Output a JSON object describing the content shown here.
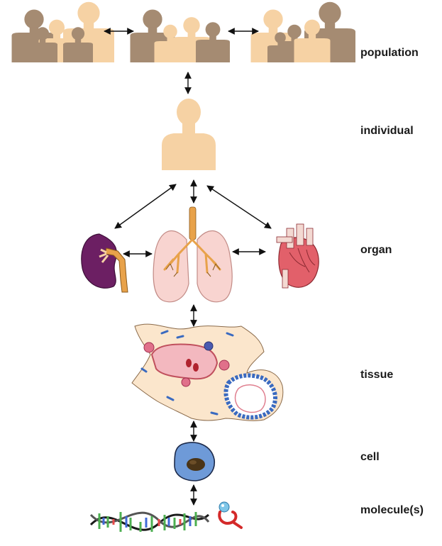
{
  "levels": [
    {
      "key": "population",
      "label": "population"
    },
    {
      "key": "individual",
      "label": "individual"
    },
    {
      "key": "organ",
      "label": "organ"
    },
    {
      "key": "tissue",
      "label": "tissue"
    },
    {
      "key": "cell",
      "label": "cell"
    },
    {
      "key": "molecule",
      "label": "molecule(s)"
    }
  ],
  "colors": {
    "skin_dark": "#a58b72",
    "skin_light": "#f6d2a4",
    "kidney": "#6c1f63",
    "lung": "#f8d4d0",
    "airway": "#e8a24a",
    "heart": "#e2606a",
    "tissue_fill": "#fbe6cc",
    "vessel": "#f3b8bf",
    "cell_body": "#6e9ad8",
    "nucleus": "#4a3417",
    "arrow": "#111111"
  },
  "icons": [
    "population-icon",
    "individual-icon",
    "kidney-icon",
    "lung-icon",
    "heart-icon",
    "tissue-icon",
    "cell-icon",
    "dna-icon",
    "ligand-receptor-icon"
  ]
}
